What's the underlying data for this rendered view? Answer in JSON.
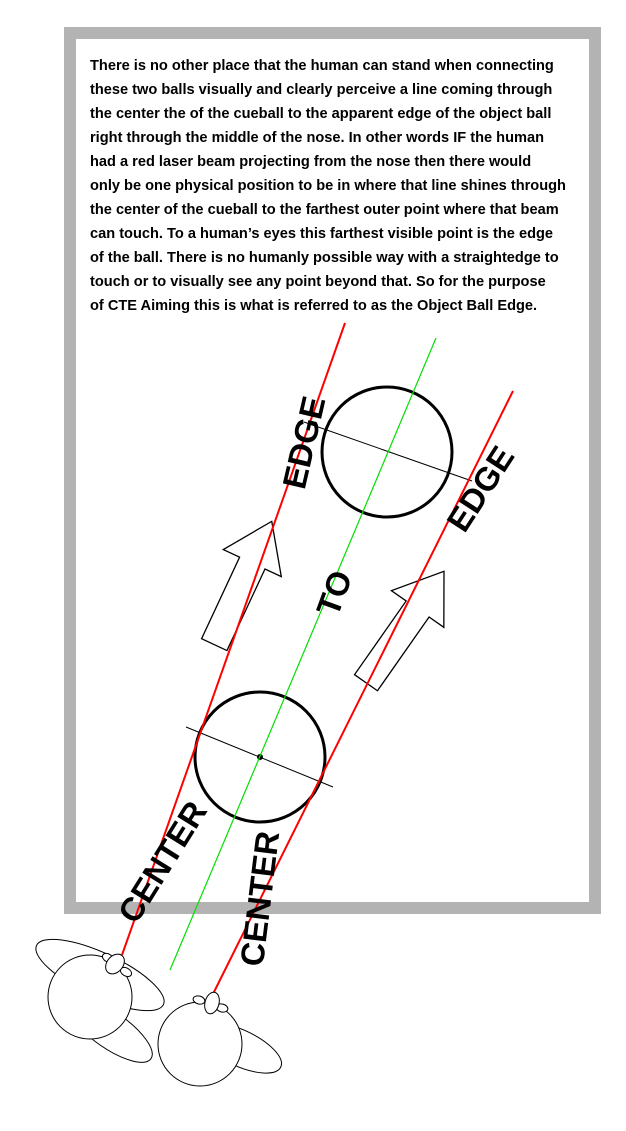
{
  "description_text": [
    "There is no other place that the human can stand when connecting",
    "these two balls visually and clearly perceive a line coming through",
    "the center the of the cueball to the apparent edge of the object ball",
    "right through the middle of the nose.  In other words IF the human",
    "had a red laser beam projecting from the nose then there would",
    "only be one physical position to be in where that line shines through",
    "the center of the cueball to the farthest outer point where that beam",
    "can touch.  To a human’s eyes this farthest visible point is the edge",
    "of the ball.  There is no humanly possible way with a straightedge to",
    "touch or to visually see any point beyond that.  So for the purpose",
    "of CTE Aiming this is what is referred to as the Object Ball Edge."
  ],
  "labels": {
    "edge_left": "EDGE",
    "edge_right": "EDGE",
    "to": "TO",
    "center_left": "CENTER",
    "center_right": "CENTER"
  },
  "colors": {
    "frame": "#b3b3b3",
    "laser": "#ff0000",
    "center_line": "#00e000"
  }
}
